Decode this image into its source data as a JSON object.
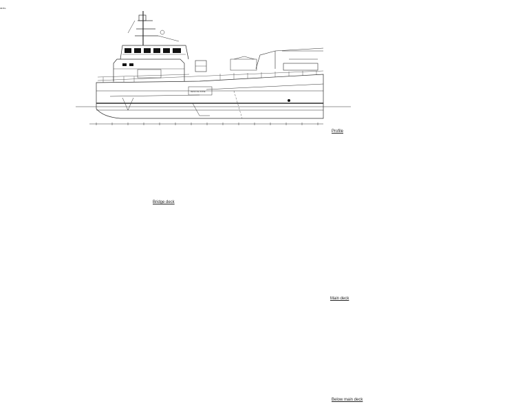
{
  "drawing": {
    "views": {
      "profile": "Profile",
      "bridge_deck": "Bridge deck",
      "main_deck": "Main deck",
      "below_main_deck": "Below main deck"
    },
    "hull_marking": "RESCUE ZONE",
    "arc_marking": "40.8m"
  },
  "colors": {
    "line": "#2a2a2a",
    "light": "#777777",
    "fill": "#cfcfcf",
    "dark": "#111111"
  }
}
